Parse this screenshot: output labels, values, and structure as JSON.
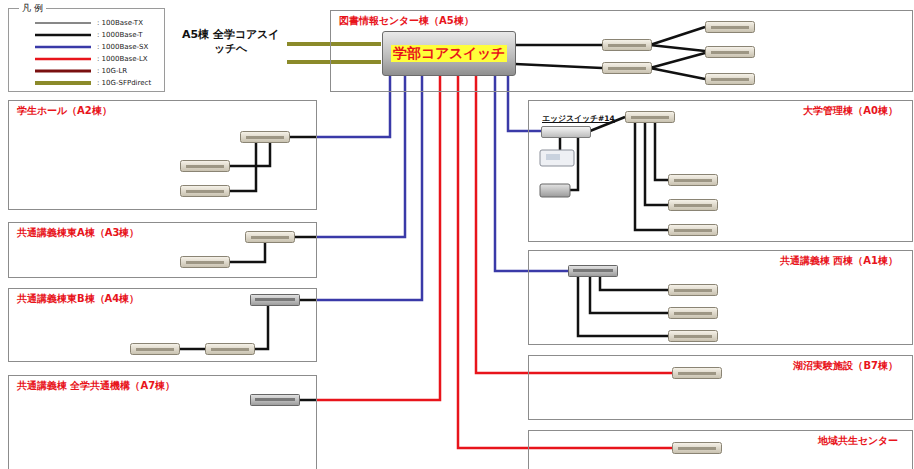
{
  "diagram": {
    "nodes": [
      {
        "text": [
          "図書情報センター棟（A5棟）"
        ]
      },
      {
        "text": [
          "学部コアスイッチ"
        ],
        "in": 0
      },
      {
        "text": [
          "学生ホール（A2棟）"
        ]
      },
      {
        "text": [
          "共通講義棟東A棟（A3棟）"
        ]
      },
      {
        "text": [
          "共通講義棟東B棟（A4棟）"
        ]
      },
      {
        "text": [
          "共通講義棟 全学共通機構（A7棟）"
        ]
      },
      {
        "text": [
          "大学管理棟（A0棟）"
        ]
      },
      {
        "text": [
          "エッジスイッチ#14"
        ],
        "in": 6
      },
      {
        "text": [
          "共通講義棟 西棟（A1棟）"
        ]
      },
      {
        "text": [
          "湖沼実験施設（B7棟）"
        ]
      },
      {
        "text": [
          "地域共生センター"
        ]
      }
    ],
    "edges": [
      {
        "from": 1,
        "to": 2,
        "arrow": "none"
      },
      {
        "from": 1,
        "to": 3,
        "arrow": "none"
      },
      {
        "from": 1,
        "to": 4,
        "arrow": "none"
      },
      {
        "from": 1,
        "to": 5,
        "arrow": "none"
      },
      {
        "from": 1,
        "to": 10,
        "arrow": "none"
      },
      {
        "from": 1,
        "to": 9,
        "arrow": "none"
      },
      {
        "from": 1,
        "to": 8,
        "arrow": "none"
      },
      {
        "from": 1,
        "to": 7,
        "arrow": "none"
      }
    ],
    "labels": [
      "凡 例",
      "A5棟 全学コアスイッチへ"
    ],
    "legend": [
      {
        "text": ": 100Base-TX"
      },
      {
        "text": ": 1000Base-T"
      },
      {
        "text": ": 1000Base-SX"
      },
      {
        "text": ": 1000Base-LX"
      },
      {
        "text": ": 10G-LR"
      },
      {
        "text": ": 10G-SFPdirect"
      }
    ]
  }
}
